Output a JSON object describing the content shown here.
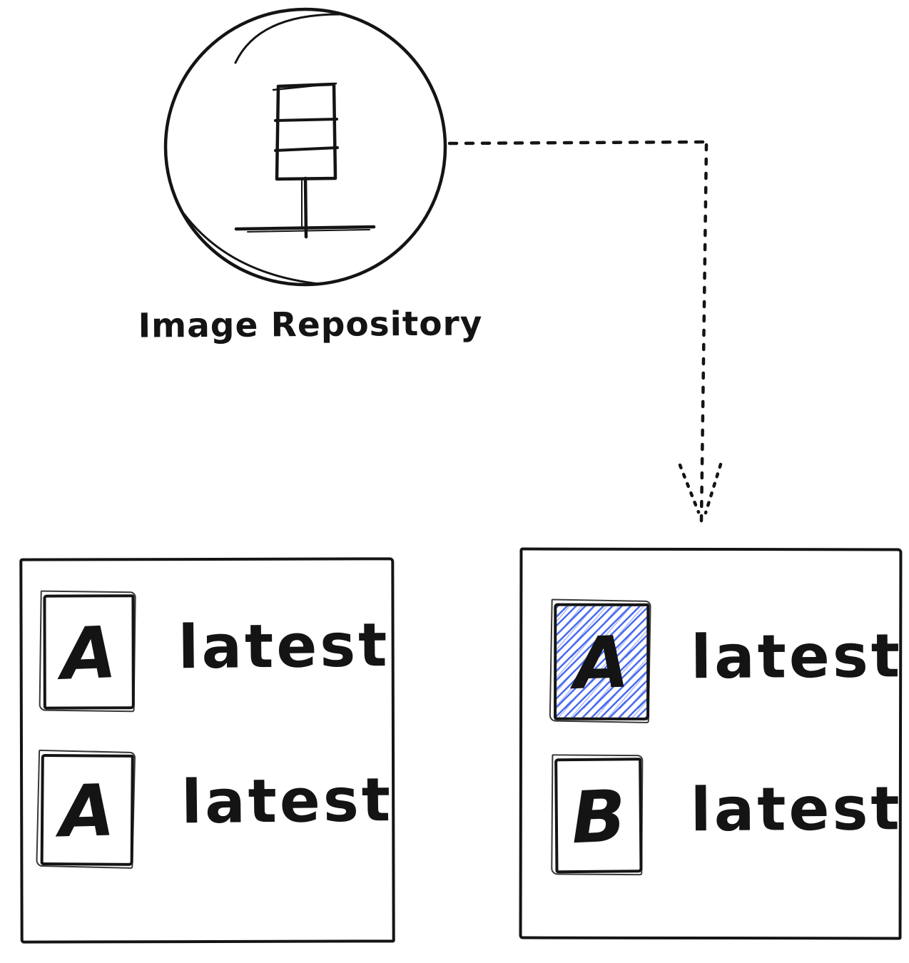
{
  "colors": {
    "ink": "#141414",
    "highlight_blue": "#4a6bee"
  },
  "repository": {
    "icon": "server-icon",
    "label": "Image Repository"
  },
  "connector": {
    "icon": "dashed-arrow-down"
  },
  "left_box": {
    "items": [
      {
        "image": "A",
        "tag": "latest",
        "highlighted": false
      },
      {
        "image": "A",
        "tag": "latest",
        "highlighted": false
      }
    ]
  },
  "right_box": {
    "items": [
      {
        "image": "A",
        "tag": "latest",
        "highlighted": true
      },
      {
        "image": "B",
        "tag": "latest",
        "highlighted": false
      }
    ]
  }
}
